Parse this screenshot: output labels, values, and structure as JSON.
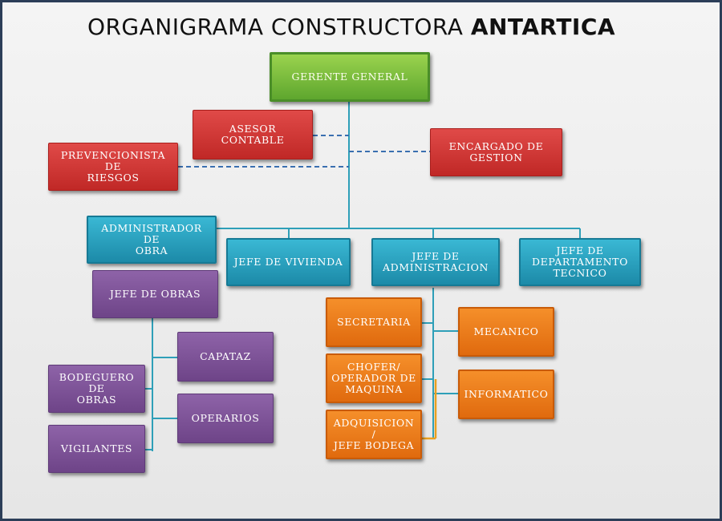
{
  "title": {
    "part1": "ORGANIGRAMA CONSTRUCTORA",
    "part2": "ANTARTICA"
  },
  "nodes": {
    "gerente_general": "GERENTE  GENERAL",
    "asesor_contable": "ASESOR CONTABLE",
    "prevencionista_de_riesgos": [
      "PREVENCIONISTA DE",
      "RIESGOS"
    ],
    "encargado_de_gestion": [
      "ENCARGADO DE",
      "GESTION"
    ],
    "administrador_de_obra": [
      "ADMINISTRADOR DE",
      "OBRA"
    ],
    "jefe_de_vivienda": "JEFE DE VIVIENDA",
    "jefe_de_administracion": [
      "JEFE DE",
      "ADMINISTRACION"
    ],
    "jefe_de_departamento_tecnico": [
      "JEFE DE",
      "DEPARTAMENTO",
      "TECNICO"
    ],
    "jefe_de_obras": "JEFE DE OBRAS",
    "capataz": "CAPATAZ",
    "bodeguero_de_obras": [
      "BODEGUERO DE",
      "OBRAS"
    ],
    "operarios": "OPERARIOS",
    "vigilantes": "VIGILANTES",
    "secretaria": "SECRETARIA",
    "mecanico": "MECANICO",
    "chofer_operador_de_maquina": [
      "CHOFER/",
      "OPERADOR DE",
      "MAQUINA"
    ],
    "informatico": "INFORMATICO",
    "adquisicion_jefe_bodega": [
      "ADQUISICION /",
      "JEFE BODEGA"
    ]
  },
  "colors": {
    "director": "#6ab536",
    "staff": "#d43735",
    "department": "#2aa4c4",
    "obras": "#7e539a",
    "administracion": "#ef7c1a",
    "connector_teal": "#2e9fb8",
    "connector_dashed": "#3a6fb0",
    "connector_orange": "#e8a020"
  }
}
